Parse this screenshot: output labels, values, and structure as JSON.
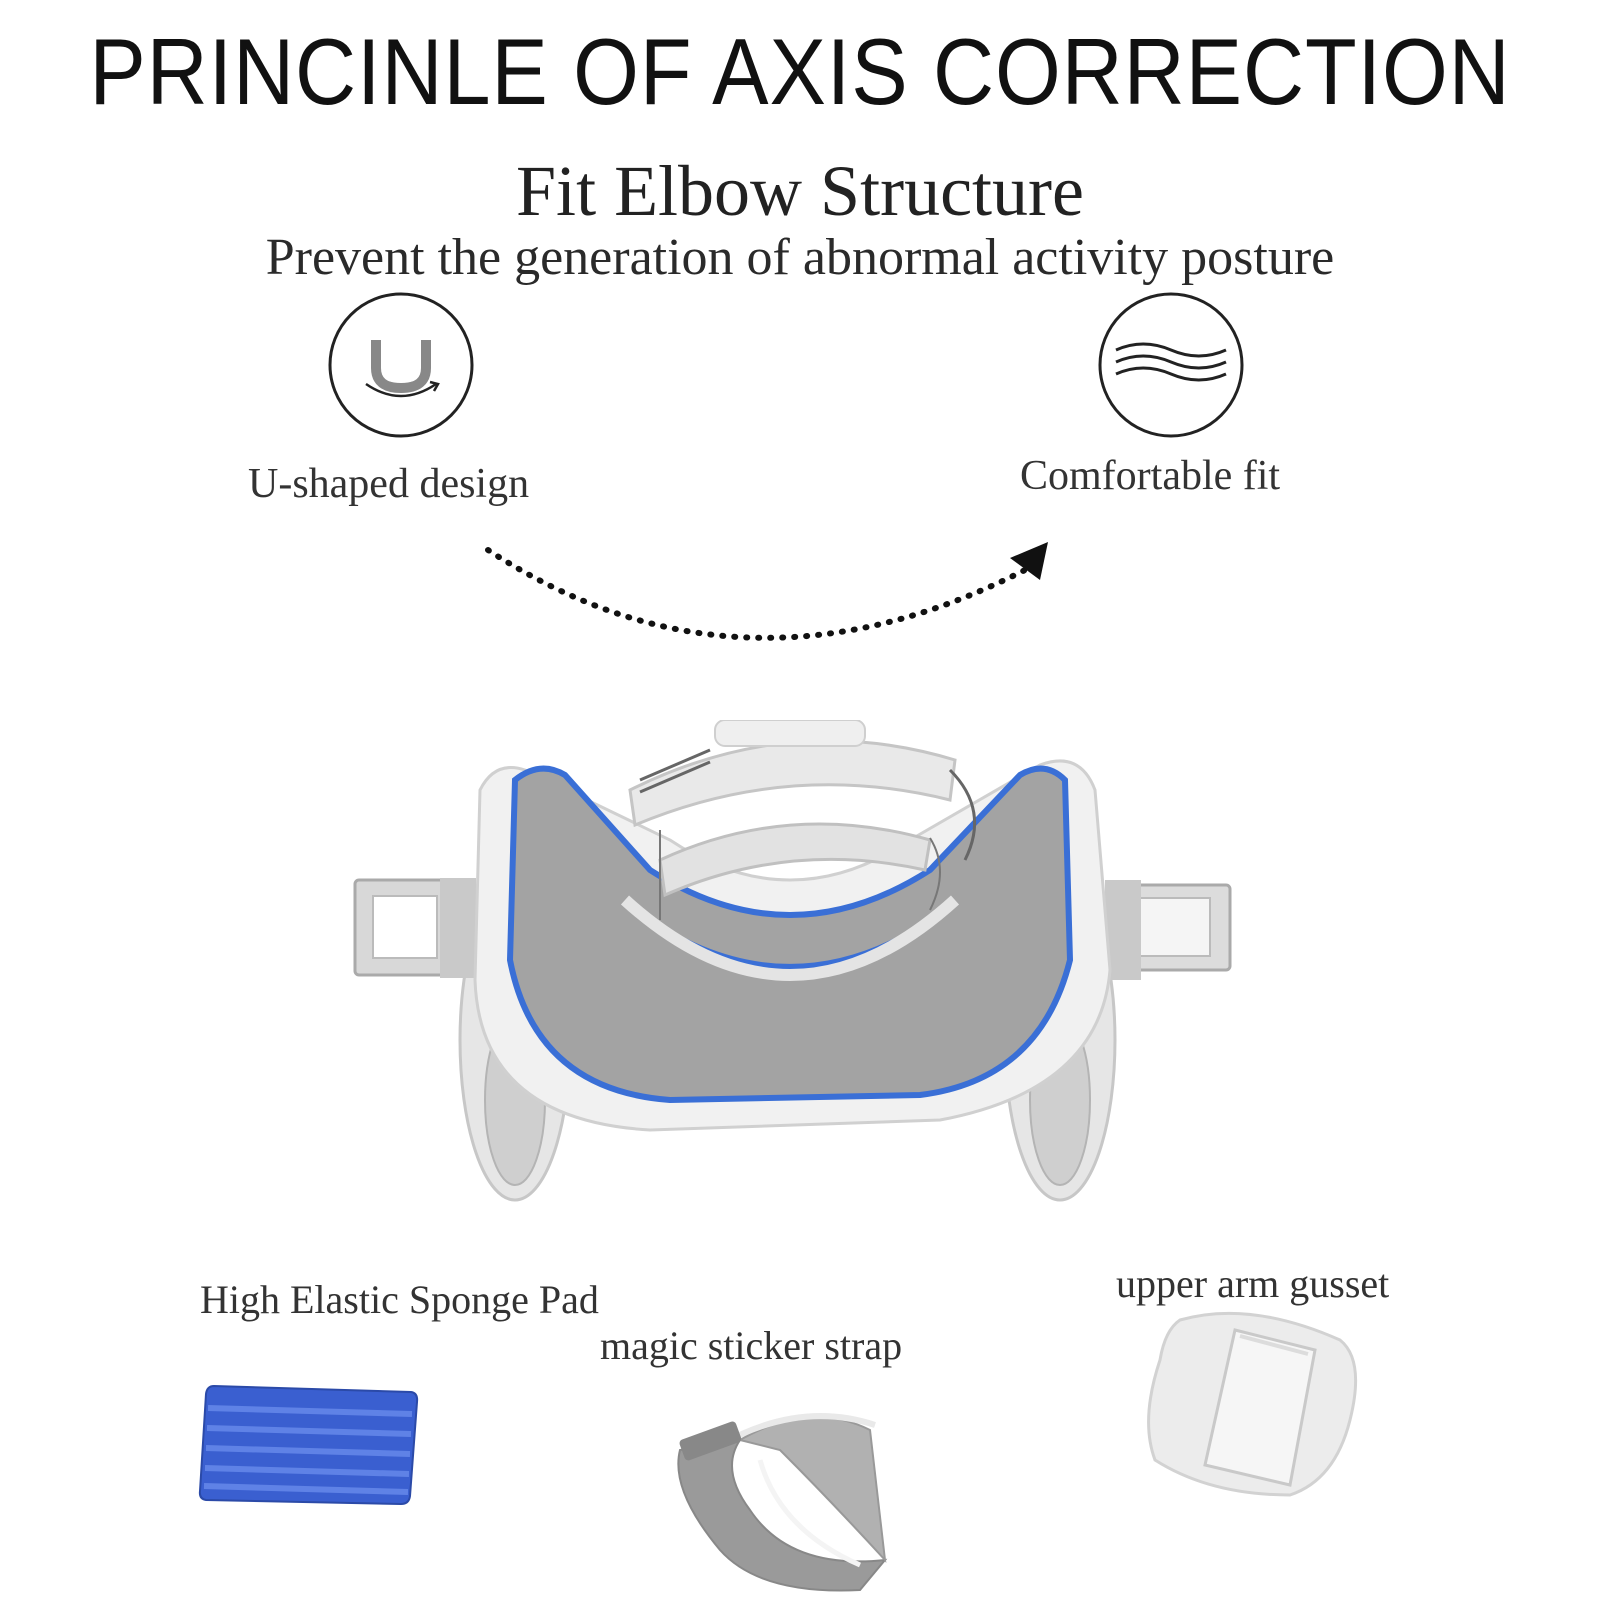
{
  "header": {
    "title": "PRINCINLE OF AXIS CORRECTION",
    "subtitle": "Fit Elbow Structure",
    "tagline": "Prevent the generation of abnormal activity posture"
  },
  "features": [
    {
      "label": "U-shaped design",
      "icon": "u-shape-icon"
    },
    {
      "label": "Comfortable fit",
      "icon": "waves-icon"
    }
  ],
  "accessories": [
    {
      "label": "High Elastic Sponge Pad"
    },
    {
      "label": "magic sticker strap"
    },
    {
      "label": "upper arm gusset"
    }
  ],
  "colors": {
    "accent_blue": "#3a6fd6",
    "pad_gray": "#9e9e9e",
    "shell_white": "#eeeeee"
  }
}
